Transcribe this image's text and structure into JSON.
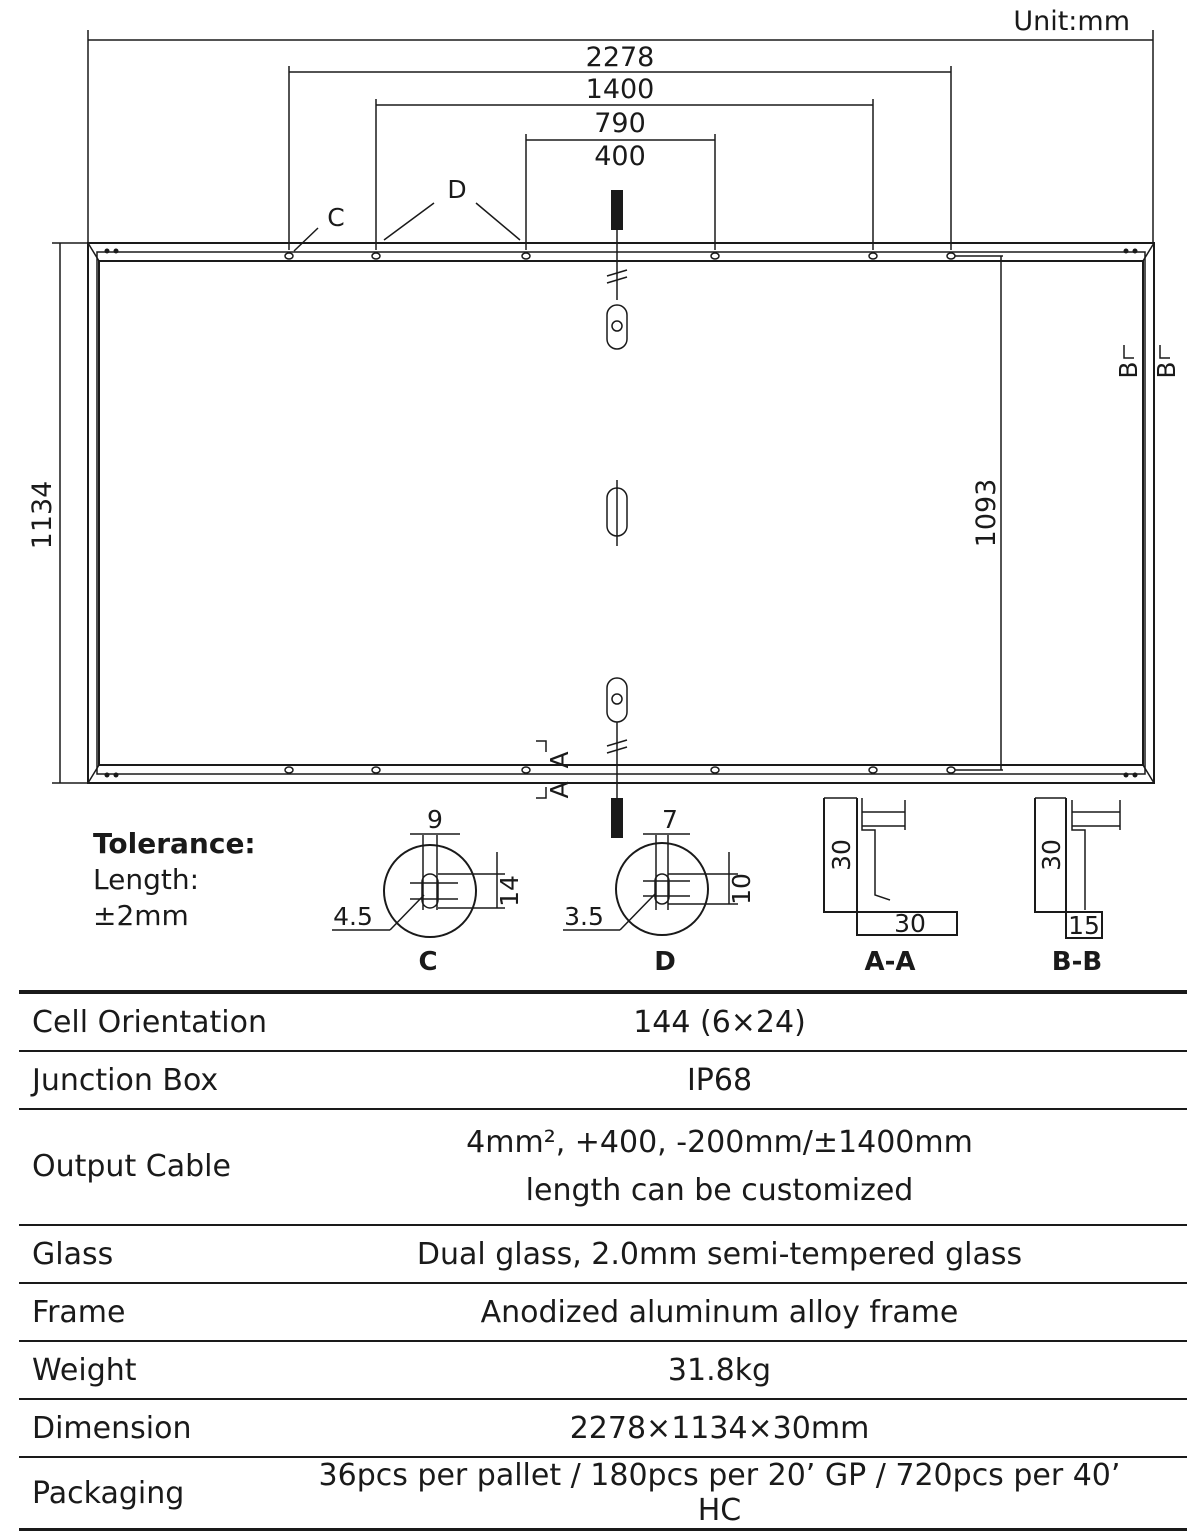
{
  "drawing": {
    "unit_label": "Unit:mm",
    "dimensions": {
      "overall_length": "2278",
      "hole_span_1400": "1400",
      "hole_span_790": "790",
      "hole_span_400": "400",
      "overall_width": "1134",
      "inner_width": "1093"
    },
    "callouts": {
      "c": "C",
      "d": "D"
    },
    "section_marks": {
      "a": "A",
      "b": "B"
    },
    "detail_c": {
      "title": "C",
      "slot_width": "9",
      "slot_length": "14",
      "hole_diameter": "4.5"
    },
    "detail_d": {
      "title": "D",
      "slot_width": "7",
      "slot_length": "10",
      "hole_diameter": "3.5"
    },
    "section_aa": {
      "title": "A-A",
      "height": "30",
      "width": "30"
    },
    "section_bb": {
      "title": "B-B",
      "height": "30",
      "width": "15"
    }
  },
  "tolerance": {
    "title": "Tolerance:",
    "label": "Length:",
    "value": "±2mm"
  },
  "specs": [
    {
      "label": "Cell Orientation",
      "value": "144 (6×24)"
    },
    {
      "label": "Junction Box",
      "value": "IP68"
    },
    {
      "label": "Output Cable",
      "value": "4mm², +400, -200mm/±1400mm",
      "value2": "length can be customized"
    },
    {
      "label": "Glass",
      "value": "Dual glass, 2.0mm semi-tempered glass"
    },
    {
      "label": "Frame",
      "value": "Anodized aluminum alloy frame"
    },
    {
      "label": "Weight",
      "value": "31.8kg"
    },
    {
      "label": "Dimension",
      "value": "2278×1134×30mm"
    },
    {
      "label": "Packaging",
      "value": "36pcs per pallet / 180pcs per 20’ GP / 720pcs per 40’ HC"
    }
  ]
}
